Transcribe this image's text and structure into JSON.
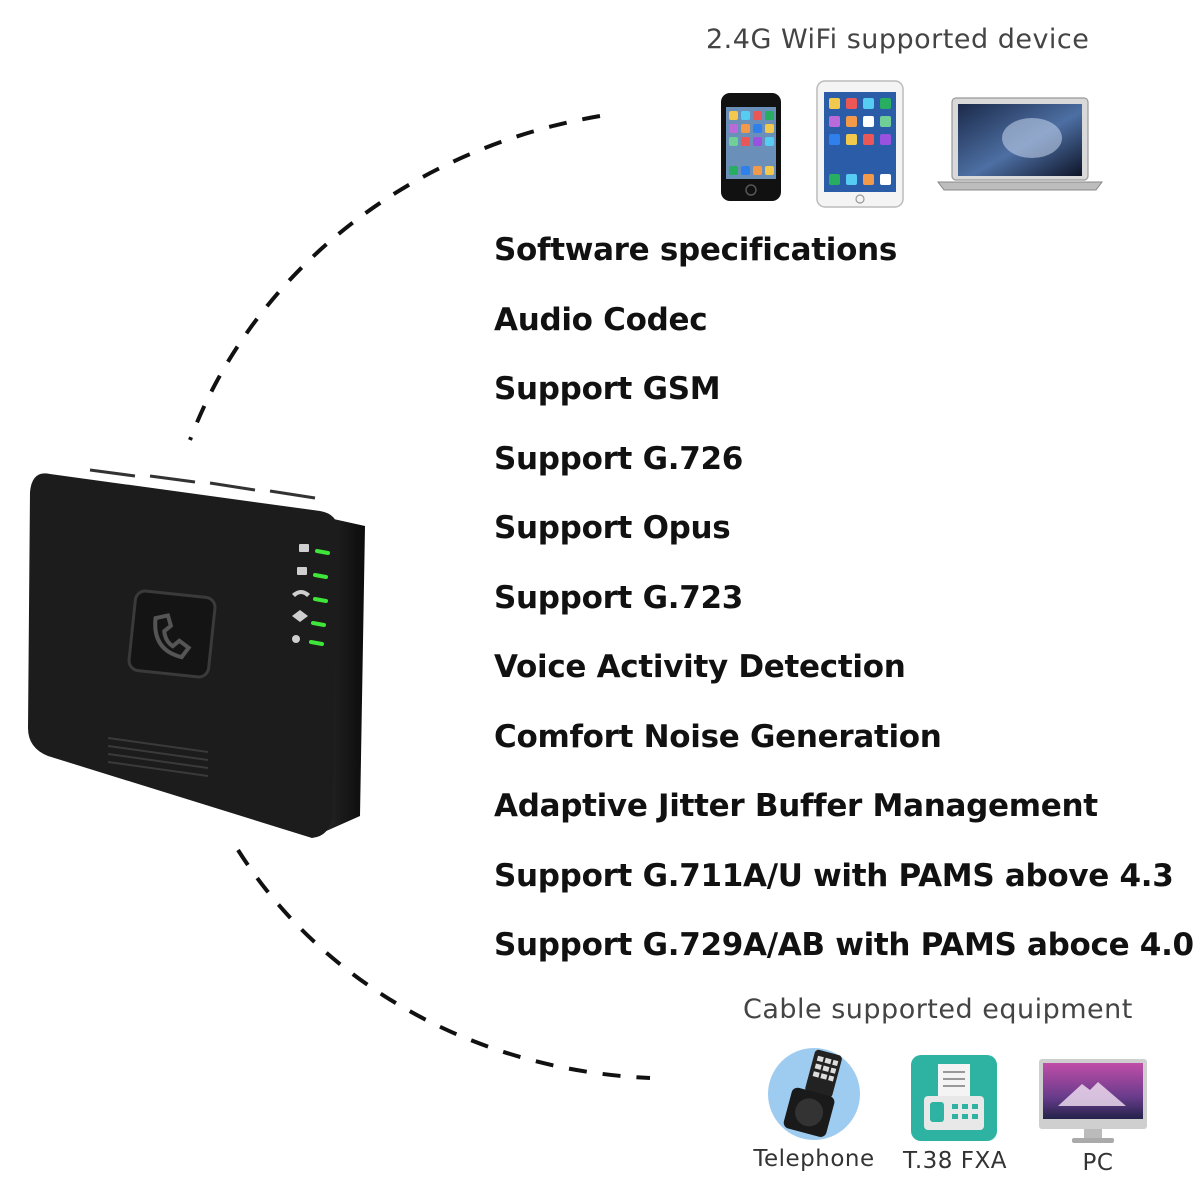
{
  "wifi_section": {
    "title": "2.4G WiFi supported device",
    "devices": [
      {
        "icon": "smartphone-icon"
      },
      {
        "icon": "tablet-icon"
      },
      {
        "icon": "laptop-icon"
      }
    ]
  },
  "specifications": [
    "Software specifications",
    "Audio Codec",
    "Support GSM",
    "Support G.726",
    "Support Opus",
    "Support G.723",
    "Voice Activity Detection",
    "Comfort Noise Generation",
    "Adaptive Jitter Buffer Management",
    "Support G.711A/U with PAMS above 4.3",
    "Support G.729A/AB with PAMS aboce 4.0"
  ],
  "cable_section": {
    "title": "Cable supported equipment",
    "equipment": [
      {
        "label": "Telephone",
        "icon": "telephone-icon"
      },
      {
        "label": "T.38 FXA",
        "icon": "fax-icon"
      },
      {
        "label": "PC",
        "icon": "desktop-pc-icon"
      }
    ]
  },
  "product": {
    "icon": "voip-adapter-icon",
    "led_color": "#3ee63a",
    "body_color": "#1c1c1c"
  }
}
